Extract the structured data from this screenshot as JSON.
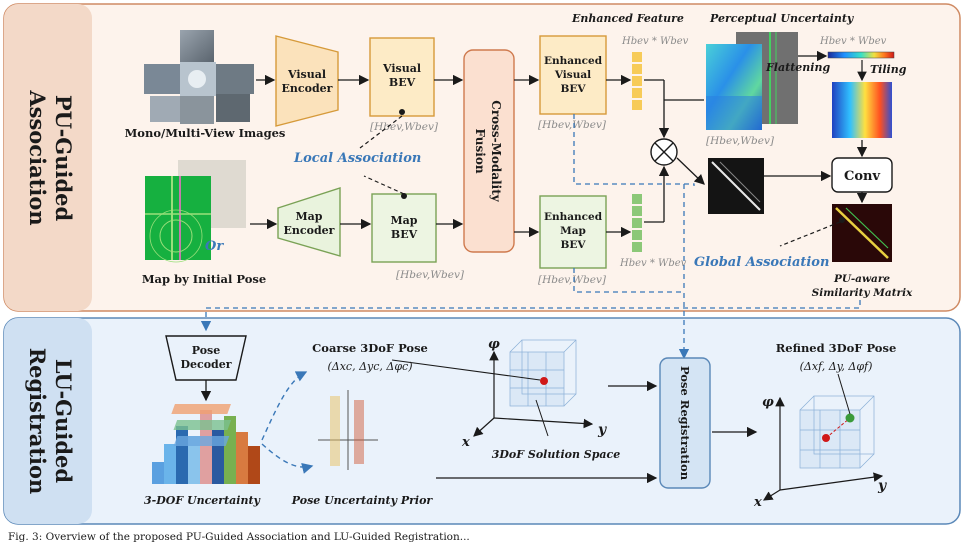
{
  "sections": {
    "top_title_line1": "PU-Guided",
    "top_title_line2": "Association",
    "bottom_title_line1": "LU-Guided",
    "bottom_title_line2": "Registration"
  },
  "inputs": {
    "images_label": "Mono/Multi-View Images",
    "map_label": "Map by Initial Pose",
    "or_label": "Or"
  },
  "blocks": {
    "visual_encoder": [
      "Visual",
      "Encoder"
    ],
    "visual_bev": [
      "Visual",
      "BEV"
    ],
    "map_encoder": [
      "Map",
      "Encoder"
    ],
    "map_bev": [
      "Map",
      "BEV"
    ],
    "fusion": [
      "Cross-Modality",
      "Fusion"
    ],
    "enhanced_visual_bev": [
      "Enhanced",
      "Visual",
      "BEV"
    ],
    "enhanced_map_bev": [
      "Enhanced",
      "Map",
      "BEV"
    ],
    "conv": "Conv",
    "pose_decoder": [
      "Pose",
      "Decoder"
    ],
    "pose_registration": "Pose Registration"
  },
  "dims": {
    "hw_bracket": "[Hbev,Wbev]",
    "hw_product": "Hbev * Wbev"
  },
  "labels": {
    "local_association": "Local Association",
    "global_association": "Global Association",
    "enhanced_feature": "Enhanced Feature",
    "perceptual_uncertainty": "Perceptual Uncertainty",
    "flattening": "Flattening",
    "tiling": "Tiling",
    "similarity_line1": "PU-aware",
    "similarity_line2": "Similarity Matrix",
    "uncertainty_3dof": "3-DOF Uncertainty",
    "pose_prior": "Pose Uncertainty Prior",
    "coarse_pose": "Coarse 3DoF Pose",
    "coarse_formula": "(Δxc, Δyc, Δφc)",
    "solution_space": "3DoF Solution Space",
    "refined_pose": "Refined 3DoF Pose",
    "refined_formula": "(Δxf, Δy, Δφf)",
    "axis_phi": "φ",
    "axis_x": "x",
    "axis_y": "y"
  },
  "caption": "Fig. 3: Overview of the proposed PU-Guided Association and LU-Guided Registration..."
}
